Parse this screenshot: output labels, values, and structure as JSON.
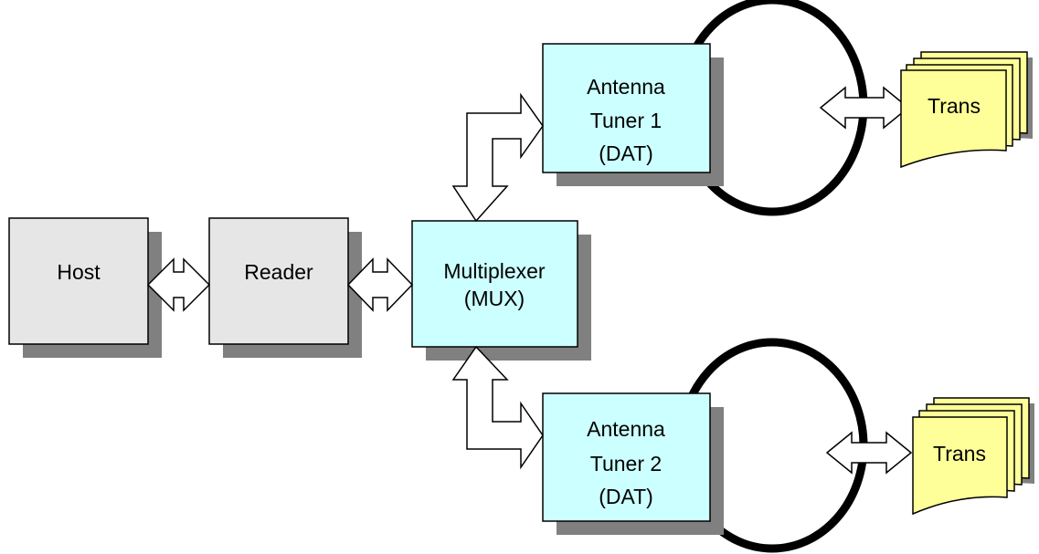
{
  "colors": {
    "gray_box": "#e6e6e6",
    "cyan_box": "#ccffff",
    "tag": "#ffff99",
    "shadow": "#808080",
    "outline": "#000000",
    "arrow_fill": "#ffffff"
  },
  "nodes": {
    "host": {
      "label": "Host"
    },
    "reader": {
      "label": "Reader"
    },
    "mux": {
      "line1": "Multiplexer",
      "line2": "(MUX)"
    },
    "tuner1": {
      "line1": "Antenna",
      "line2": "Tuner 1",
      "line3": "(DAT)"
    },
    "tuner2": {
      "line1": "Antenna",
      "line2": "Tuner 2",
      "line3": "(DAT)"
    },
    "trans1": {
      "label": "Trans"
    },
    "trans2": {
      "label": "Trans"
    }
  },
  "icons": {
    "double_arrow": "double-headed-arrow-icon",
    "antenna_loop": "antenna-loop-icon",
    "transponder_stack": "stacked-document-icon"
  }
}
